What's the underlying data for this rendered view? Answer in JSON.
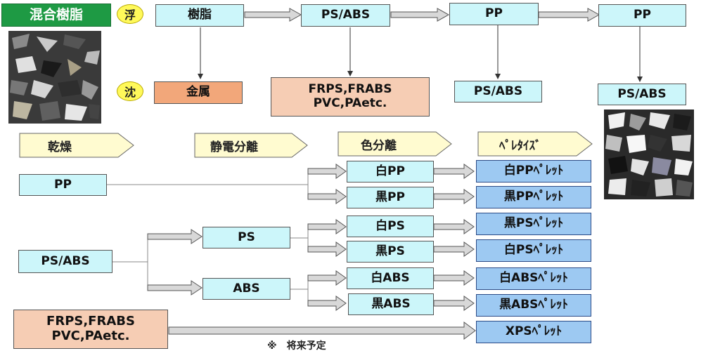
{
  "top": {
    "mixed_resin_label": "混合樹脂",
    "float_label": "浮",
    "sink_label": "沈",
    "flow_float": [
      "樹脂",
      "PS/ABS",
      "PP",
      "PP"
    ],
    "flow_sink": [
      "金属",
      "FRPS,FRABS",
      "PVC,PAetc.",
      "PS/ABS",
      "PS/ABS"
    ]
  },
  "steps": [
    "乾燥",
    "静電分離",
    "色分離",
    "ﾍﾟﾚﾀｲｽﾞ"
  ],
  "bottom": {
    "pp_source": "PP",
    "psabs_source": "PS/ABS",
    "frps_line1": "FRPS,FRABS",
    "frps_line2": "PVC,PAetc.",
    "ps_label": "PS",
    "abs_label": "ABS",
    "color_sorted": [
      "白PP",
      "黒PP",
      "白PS",
      "黒PS",
      "白ABS",
      "黒ABS"
    ],
    "pellets": [
      "白PPﾍﾟﾚｯﾄ",
      "黒PPﾍﾟﾚｯﾄ",
      "黒PSﾍﾟﾚｯﾄ",
      "白PSﾍﾟﾚｯﾄ",
      "白ABSﾍﾟﾚｯﾄ",
      "黒ABSﾍﾟﾚｯﾄ",
      "XPSﾍﾟﾚｯﾄ"
    ],
    "future_note": "※　将来予定"
  },
  "colors": {
    "cyan_box": "#ccf6fa",
    "salmon_box": "#f6cdb4",
    "metal_box": "#f2a77a",
    "pellet_box": "#9dc9f2",
    "green_label": "#1e9a44",
    "yellow_circle": "#fff95a",
    "step_arrow": "#fffbd0"
  }
}
